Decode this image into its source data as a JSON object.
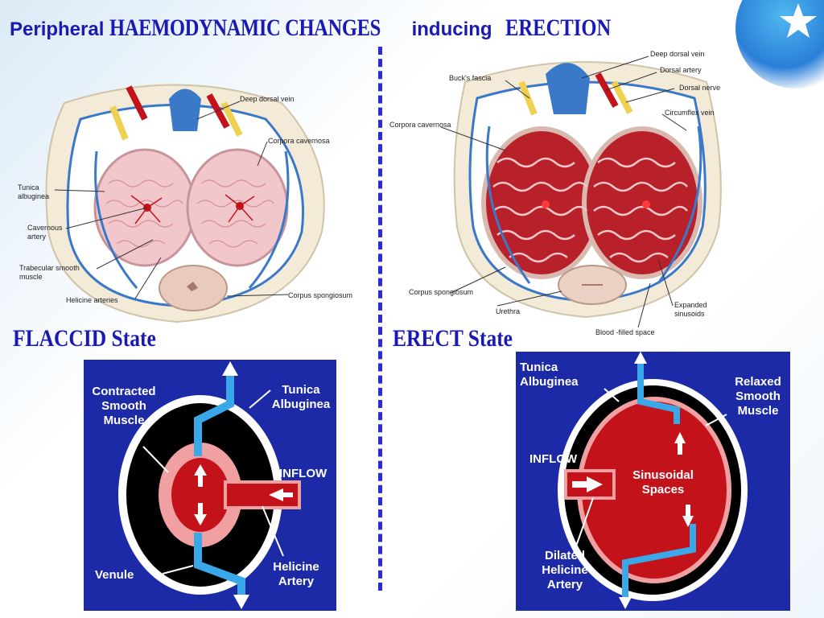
{
  "title": {
    "part1": "Peripheral",
    "part2": "HAEMODYNAMIC CHANGES",
    "part3": "inducing",
    "part4": "ERECTION"
  },
  "flaccid": {
    "state_label": "FLACCID State",
    "illus_labels": {
      "deep_dorsal_vein": "Deep dorsal vein",
      "corpora_cavernosa": "Corpora cavernosa",
      "tunica_albuginea": "Tunica albuginea",
      "cavernous_artery": "Cavernous artery",
      "trabecular": "Trabecular smooth muscle",
      "helicine": "Helicine arteries",
      "corpus_spongiosum": "Corpus spongiosum"
    },
    "diagram_labels": {
      "contracted": "Contracted Smooth Muscle",
      "tunica": "Tunica Albuginea",
      "inflow": "INFLOW",
      "venule": "Venule",
      "helicine": "Helicine Artery"
    }
  },
  "erect": {
    "state_label": "ERECT State",
    "illus_labels": {
      "deep_dorsal_vein": "Deep dorsal vein",
      "dorsal_artery": "Dorsal artery",
      "bucks_fascia": "Buck's fascia",
      "dorsal_nerve": "Dorsal nerve",
      "circumflex_vein": "Circumflex vein",
      "corpora_cavernosa": "Corpora cavernosa",
      "corpus_spongiosum": "Corpus spongiosum",
      "urethra": "Urethra",
      "expanded_sinusoids": "Expanded sinusoids",
      "blood_filled": "Blood -filled space"
    },
    "diagram_labels": {
      "tunica": "Tunica Albuginea",
      "relaxed": "Relaxed Smooth Muscle",
      "inflow": "INFLOW",
      "sinusoidal": "Sinusoidal Spaces",
      "dilated": "Dilated Helicine Artery"
    }
  },
  "colors": {
    "title_blue": "#1a1ab3",
    "diagram_bg": "#1d2aa8",
    "blood_red": "#c4121b",
    "pink_muscle": "#f0a0a0",
    "vein_blue": "#3a78c8"
  }
}
